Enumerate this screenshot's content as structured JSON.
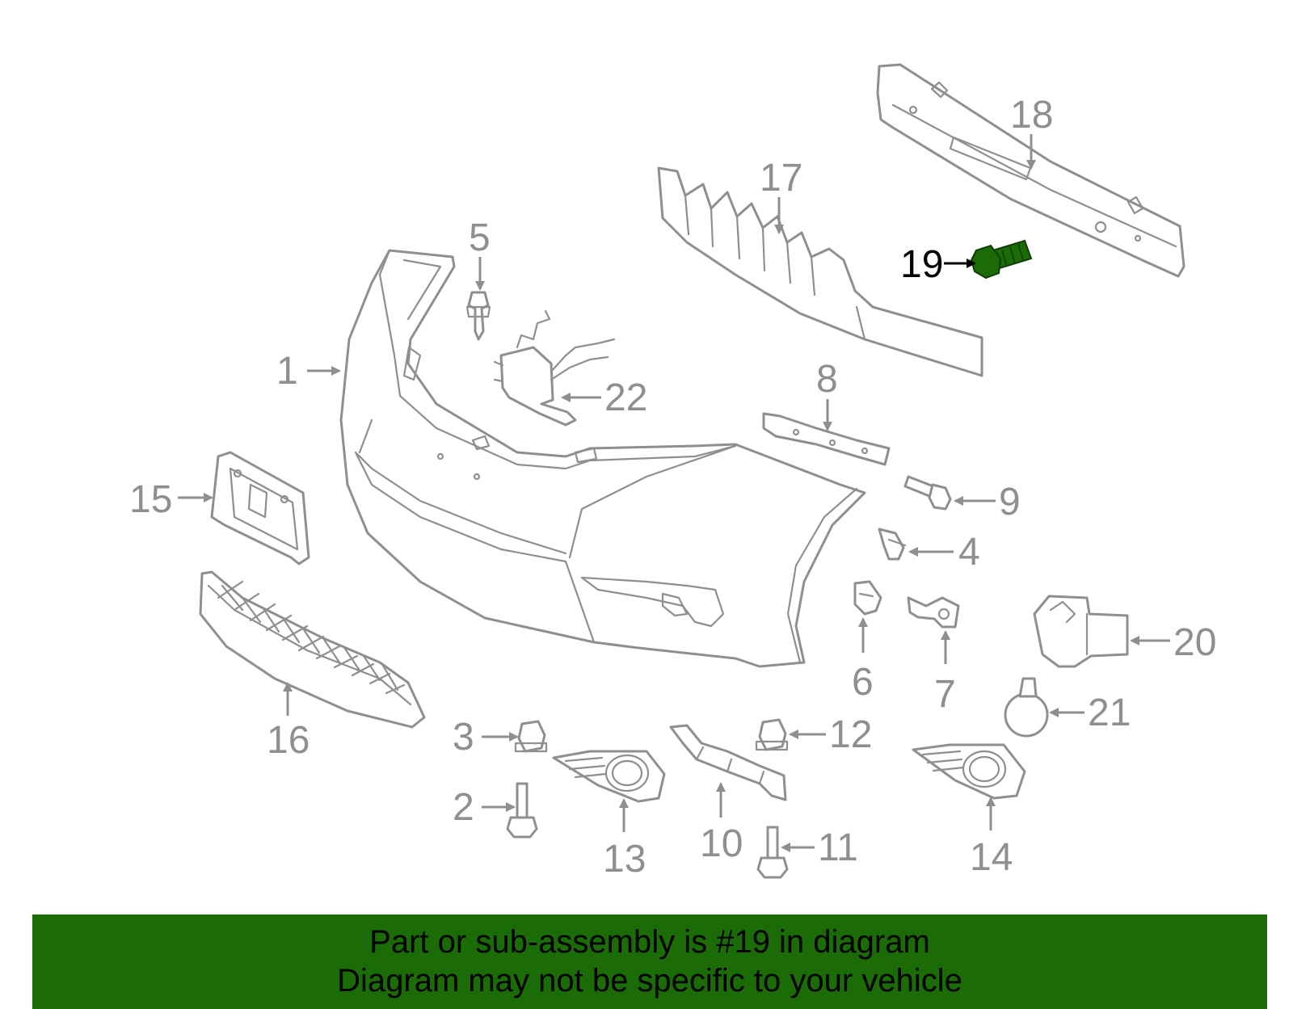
{
  "diagram": {
    "highlight_part": "19",
    "highlight_color": "#1b6b07",
    "line_color": "#8f8f8f",
    "callouts": {
      "c1": "1",
      "c2": "2",
      "c3": "3",
      "c4": "4",
      "c5": "5",
      "c6": "6",
      "c7": "7",
      "c8": "8",
      "c9": "9",
      "c10": "10",
      "c11": "11",
      "c12": "12",
      "c13": "13",
      "c14": "14",
      "c15": "15",
      "c16": "16",
      "c17": "17",
      "c18": "18",
      "c19": "19",
      "c20": "20",
      "c21": "21",
      "c22": "22"
    }
  },
  "banner": {
    "line1": "Part or sub-assembly is #19 in diagram",
    "line2": "Diagram may not be specific to your vehicle",
    "background": "#1b6b07"
  }
}
